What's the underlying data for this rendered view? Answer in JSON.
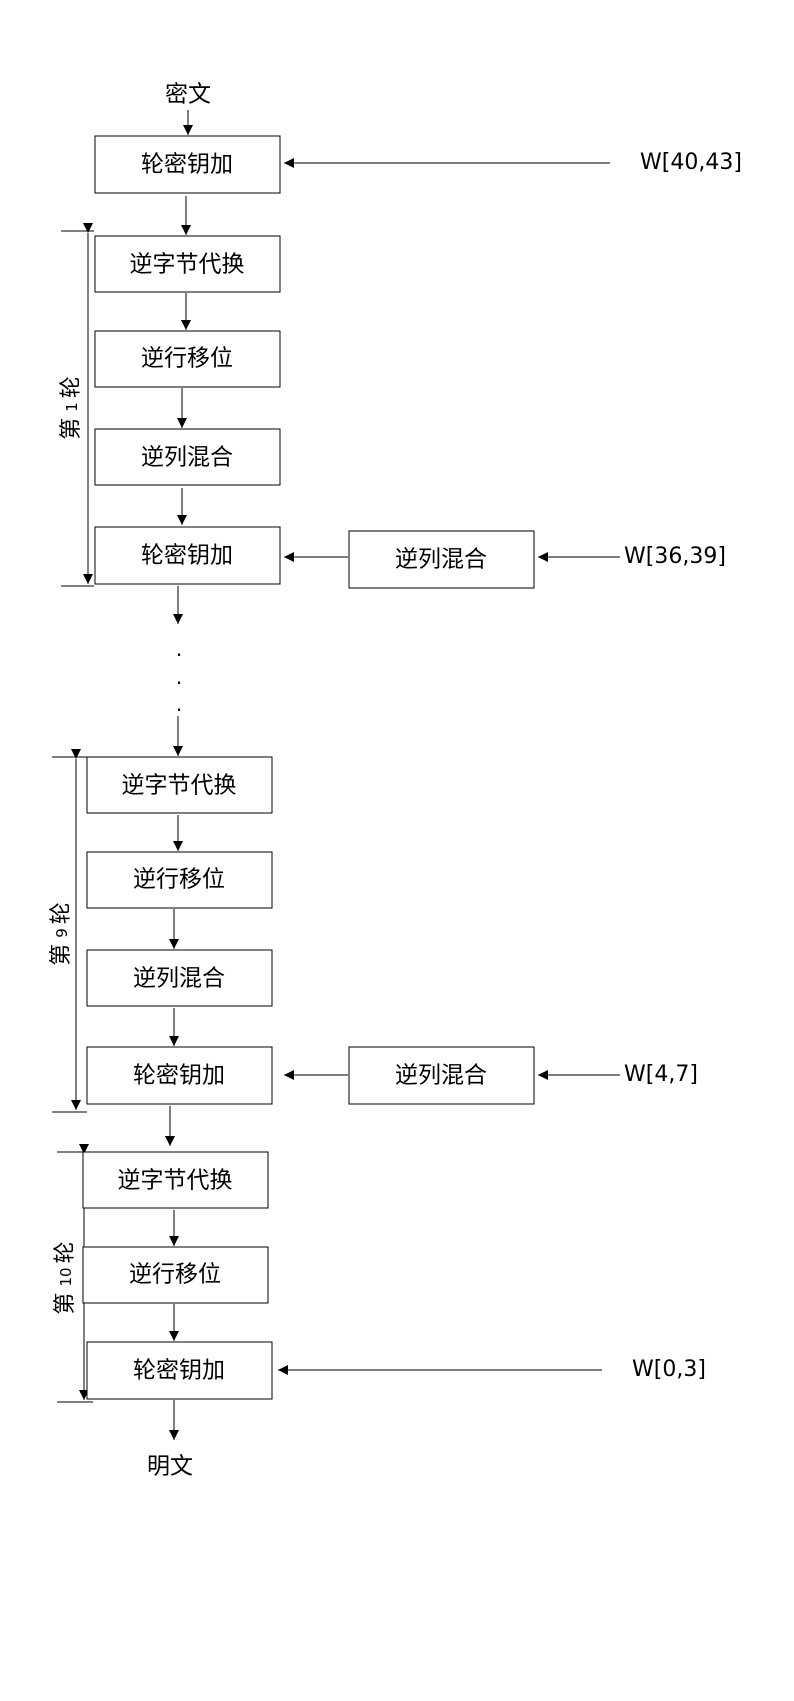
{
  "input_label": "密文",
  "output_label": "明文",
  "ellipsis_dot": ".",
  "initial_step": {
    "label": "轮密钥加",
    "key": "W[40,43]"
  },
  "rounds": [
    {
      "label_prefix": "第",
      "number": "1",
      "label_suffix": "轮",
      "steps": [
        "逆字节代换",
        "逆行移位",
        "逆列混合",
        "轮密钥加"
      ],
      "key_transform": "逆列混合",
      "key": "W[36,39]"
    },
    {
      "label_prefix": "第",
      "number": "9",
      "label_suffix": "轮",
      "steps": [
        "逆字节代换",
        "逆行移位",
        "逆列混合",
        "轮密钥加"
      ],
      "key_transform": "逆列混合",
      "key": "W[4,7]"
    },
    {
      "label_prefix": "第",
      "number": "10",
      "label_suffix": "轮",
      "steps": [
        "逆字节代换",
        "逆行移位",
        "轮密钥加"
      ],
      "key": "W[0,3]"
    }
  ]
}
